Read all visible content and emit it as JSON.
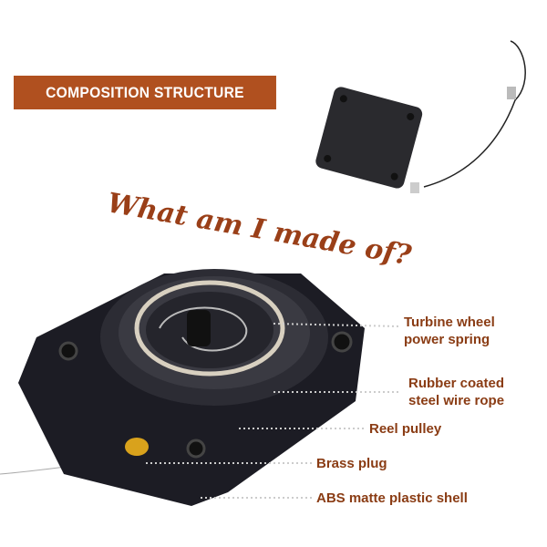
{
  "banner": {
    "title": "COMPOSITION STRUCTURE"
  },
  "headline": "What am I made of?",
  "labels": [
    {
      "line1": "Turbine wheel",
      "line2": "power spring"
    },
    {
      "line1": "Rubber coated",
      "line2": "steel wire rope"
    },
    {
      "line1": "Reel pulley"
    },
    {
      "line1": "Brass plug"
    },
    {
      "line1": "ABS matte plastic shell"
    }
  ],
  "colors": {
    "banner": "#b0501f",
    "label": "#8a3c14",
    "device": "#1e1e22",
    "brass": "#d9a21c"
  }
}
